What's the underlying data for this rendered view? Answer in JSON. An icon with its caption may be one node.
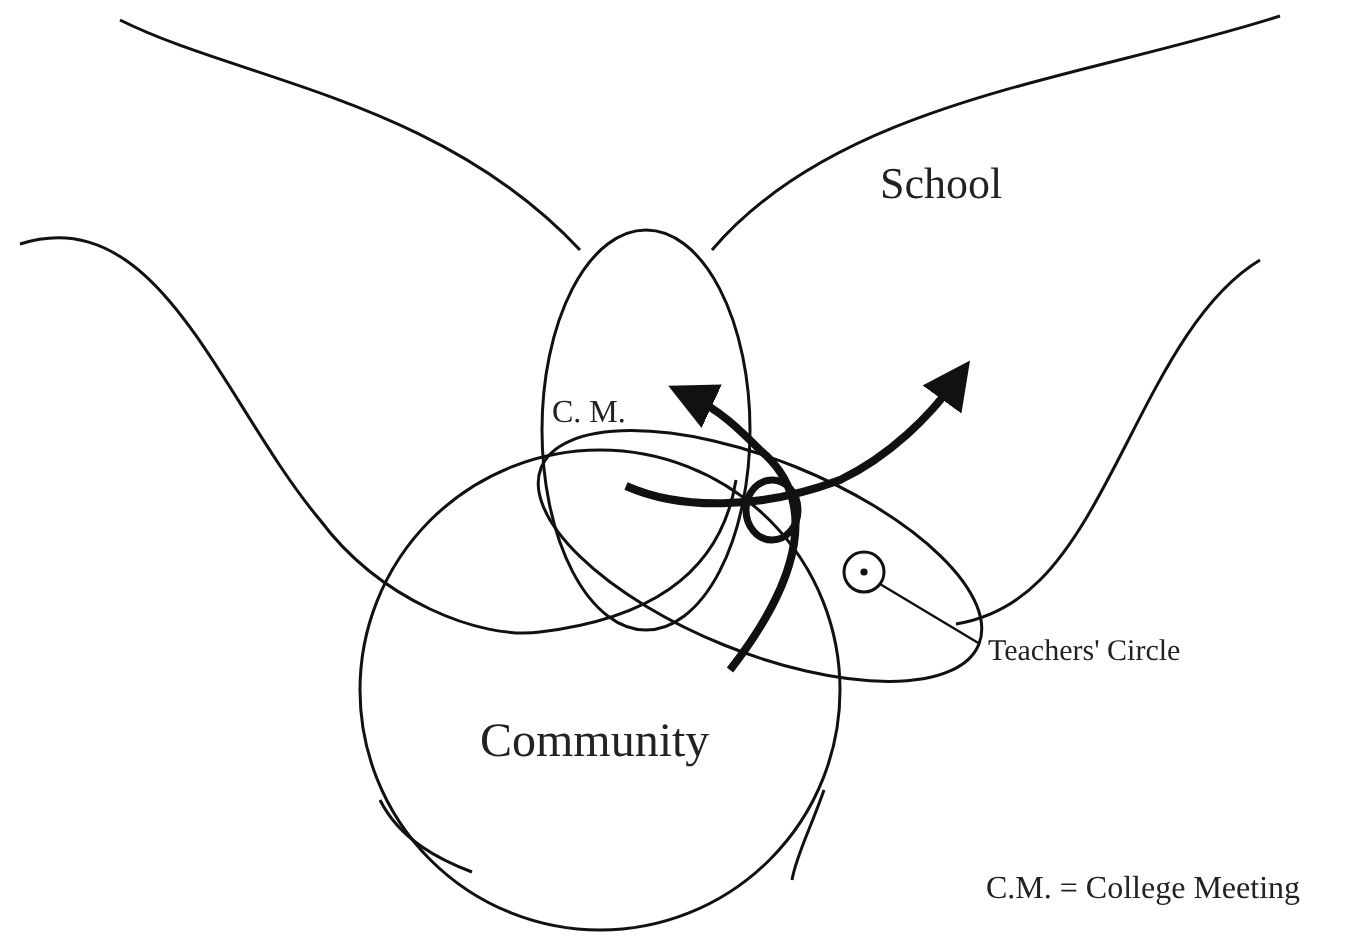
{
  "diagram": {
    "nodes": [
      {
        "text": [
          "School"
        ]
      },
      {
        "text": [
          "C. M."
        ]
      },
      {
        "text": [
          "Community"
        ]
      },
      {
        "text": [
          "Teachers' Circle"
        ]
      },
      {
        "text": [],
        "shape": "circle"
      }
    ],
    "edges": [
      {
        "from": 3,
        "to": 4,
        "arrow": "none"
      }
    ],
    "labels": [
      "C.M. = College Meeting"
    ]
  }
}
